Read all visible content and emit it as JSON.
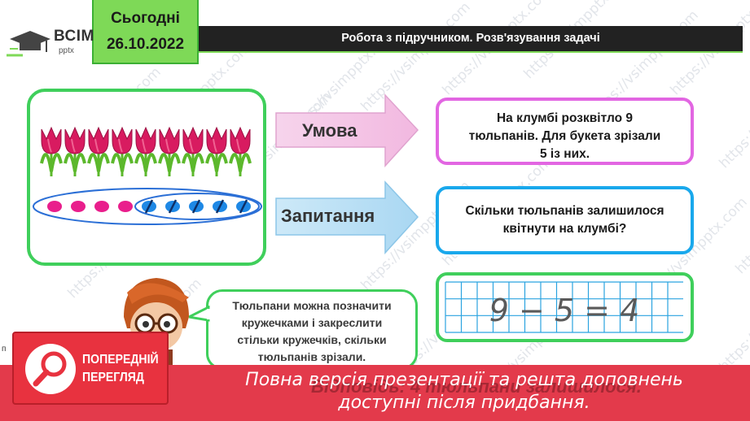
{
  "header": {
    "date_label": "Сьогодні",
    "date_value": "26.10.2022",
    "logo_brand": "ВСІМ",
    "logo_sub": "pptx",
    "title": "Робота з підручником. Розв'язування задачі"
  },
  "watermark": "https://vsimpptx.com",
  "arrows": {
    "condition_label": "Умова",
    "question_label": "Запитання"
  },
  "condition_box": {
    "lines": [
      "На клумбі розквітло 9",
      "тюльпанів.  Для букета зрізали",
      "5 із них."
    ]
  },
  "question_box": {
    "lines": [
      "Скільки тюльпанів залишилося",
      "квітнути на клумбі?"
    ]
  },
  "solution": {
    "expression": "9 − 5 = 4"
  },
  "hint": {
    "lines": [
      "Тюльпани можна позначити",
      "кружечками і закреслити",
      "стільки кружечків, скільки",
      "тюльпанів зрізали."
    ]
  },
  "slide_number": "п",
  "banner": {
    "line1": "Повна версія презентації та решта доповнень",
    "line2": "доступні після придбання.",
    "ghost_text": "Відповідь: 4 тюльпани залишилося."
  },
  "preview_badge": {
    "line1": "ПОПЕРЕДНІЙ",
    "line2": "ПЕРЕГЛЯД"
  },
  "colors": {
    "green": "#3fcf5b",
    "pink_border": "#e266e2",
    "blue_border": "#19a8ec",
    "banner_red": "#e33a4b",
    "tulip": "#d81b60",
    "dot_pink": "#e91e8c",
    "dot_blue": "#1e88e5"
  }
}
